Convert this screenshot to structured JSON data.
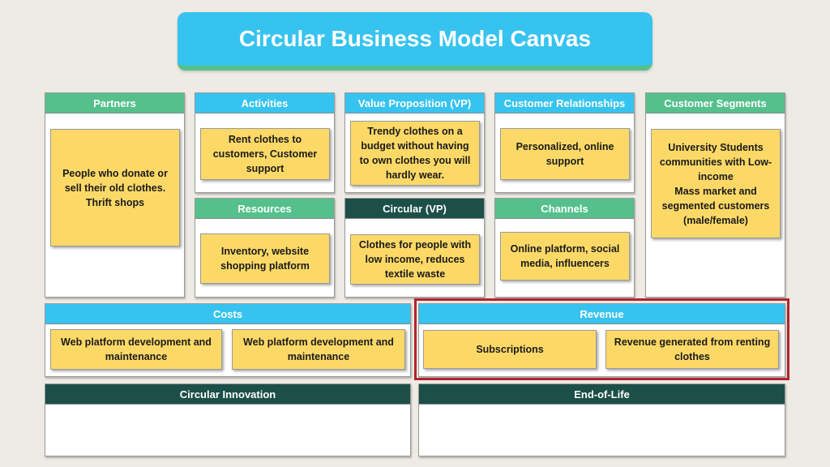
{
  "title": "Circular Business Model Canvas",
  "colors": {
    "header_green": "#55c08c",
    "header_blue": "#37c3ef",
    "header_dark": "#1d4f49",
    "sticky_note": "#fcd967",
    "highlight_border": "#b3242c"
  },
  "sections": {
    "partners": {
      "header": "Partners",
      "notes": [
        "People who donate or sell their old clothes.\nThrift shops"
      ]
    },
    "activities": {
      "header": "Activities",
      "notes": [
        "Rent clothes to customers, Customer support"
      ]
    },
    "resources": {
      "header": "Resources",
      "notes": [
        "Inventory, website shopping platform"
      ]
    },
    "value_proposition": {
      "header": "Value Proposition (VP)",
      "notes": [
        "Trendy clothes on a budget without having to own clothes you will hardly wear."
      ]
    },
    "circular_vp": {
      "header": "Circular (VP)",
      "notes": [
        "Clothes for people with low income, reduces textile waste"
      ]
    },
    "customer_relationships": {
      "header": "Customer Relationships",
      "notes": [
        "Personalized, online support"
      ]
    },
    "channels": {
      "header": "Channels",
      "notes": [
        "Online platform, social media, influencers"
      ]
    },
    "customer_segments": {
      "header": "Customer Segments",
      "notes": [
        "University Students communities with Low-income\nMass market and segmented customers (male/female)"
      ]
    },
    "costs": {
      "header": "Costs",
      "notes": [
        "Web platform development and maintenance",
        "Web platform development and maintenance"
      ]
    },
    "revenue": {
      "header": "Revenue",
      "notes": [
        "Subscriptions",
        "Revenue generated from renting clothes"
      ]
    },
    "circular_innovation": {
      "header": "Circular Innovation",
      "notes": []
    },
    "end_of_life": {
      "header": "End-of-Life",
      "notes": []
    }
  }
}
